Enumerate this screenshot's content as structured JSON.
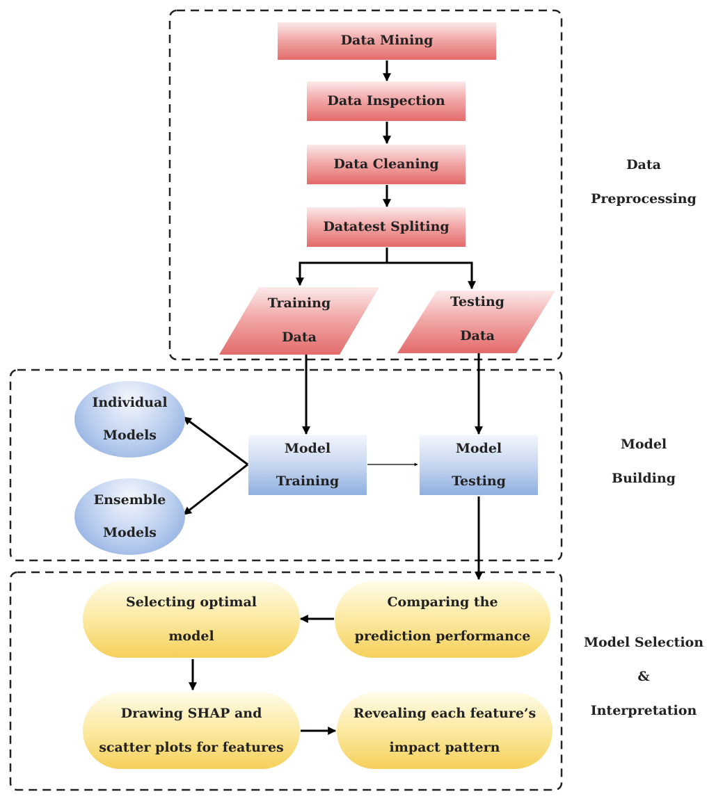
{
  "sections": {
    "preprocessing": [
      "Data",
      "Preprocessing"
    ],
    "building": [
      "Model",
      "Building"
    ],
    "selection": [
      "Model Selection",
      "&",
      "Interpretation"
    ]
  },
  "nodes": {
    "data_mining": "Data Mining",
    "data_inspection": "Data Inspection",
    "data_cleaning": "Data Cleaning",
    "dataset_splitting": "Datatest Spliting",
    "training_data": [
      "Training",
      "Data"
    ],
    "testing_data": [
      "Testing",
      "Data"
    ],
    "individual_models": [
      "Individual",
      "Models"
    ],
    "ensemble_models": [
      "Ensemble",
      "Models"
    ],
    "model_training": [
      "Model",
      "Training"
    ],
    "model_testing": [
      "Model",
      "Testing"
    ],
    "comparing": [
      "Comparing the",
      "prediction performance"
    ],
    "selecting": [
      "Selecting optimal",
      "model"
    ],
    "drawing": [
      "Drawing SHAP and",
      "scatter plots for features"
    ],
    "revealing": [
      "Revealing each feature’s",
      "impact pattern"
    ]
  },
  "colors": {
    "preprocessing_fill": "#e36b6b",
    "building_fill": "#8fb0e0",
    "selection_fill": "#f5d05a",
    "line": "#000000"
  }
}
